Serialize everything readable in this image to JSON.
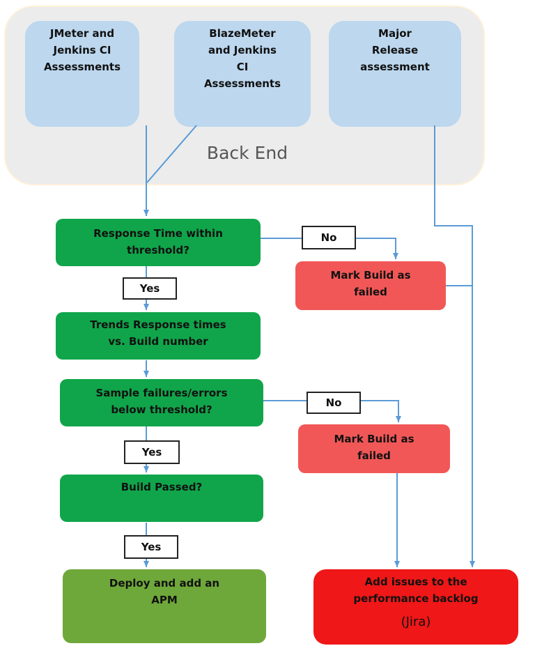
{
  "backend": {
    "label": "Back End",
    "boxes": [
      "JMeter and\nJenkins CI\nAssessments",
      "BlazeMeter\nand Jenkins\nCI\nAssessments",
      "Major\nRelease\nassessment"
    ]
  },
  "flow": {
    "response_time": "Response Time within\nthreshold?",
    "trends": "Trends Response times\nvs. Build number",
    "sample_failures": "Sample failures/errors\nbelow threshold?",
    "build_passed": "Build Passed?",
    "deploy": "Deploy and add an\nAPM",
    "mark_failed_1": "Mark Build as\nfailed",
    "mark_failed_2": "Mark Build as\nfailed",
    "add_issues": "Add issues to the\nperformance backlog",
    "jira": "(Jira)"
  },
  "labels": {
    "no_1": "No",
    "no_2": "No",
    "yes_1": "Yes",
    "yes_2": "Yes",
    "yes_3": "Yes"
  },
  "colors": {
    "container": "#ececec",
    "blue_box": "#bcd7ee",
    "green_box": "#10a54a",
    "red_box": "#f25757",
    "deploy_box": "#6fa83a",
    "issues_box": "#ef1717",
    "connector": "#5b9bd5"
  }
}
